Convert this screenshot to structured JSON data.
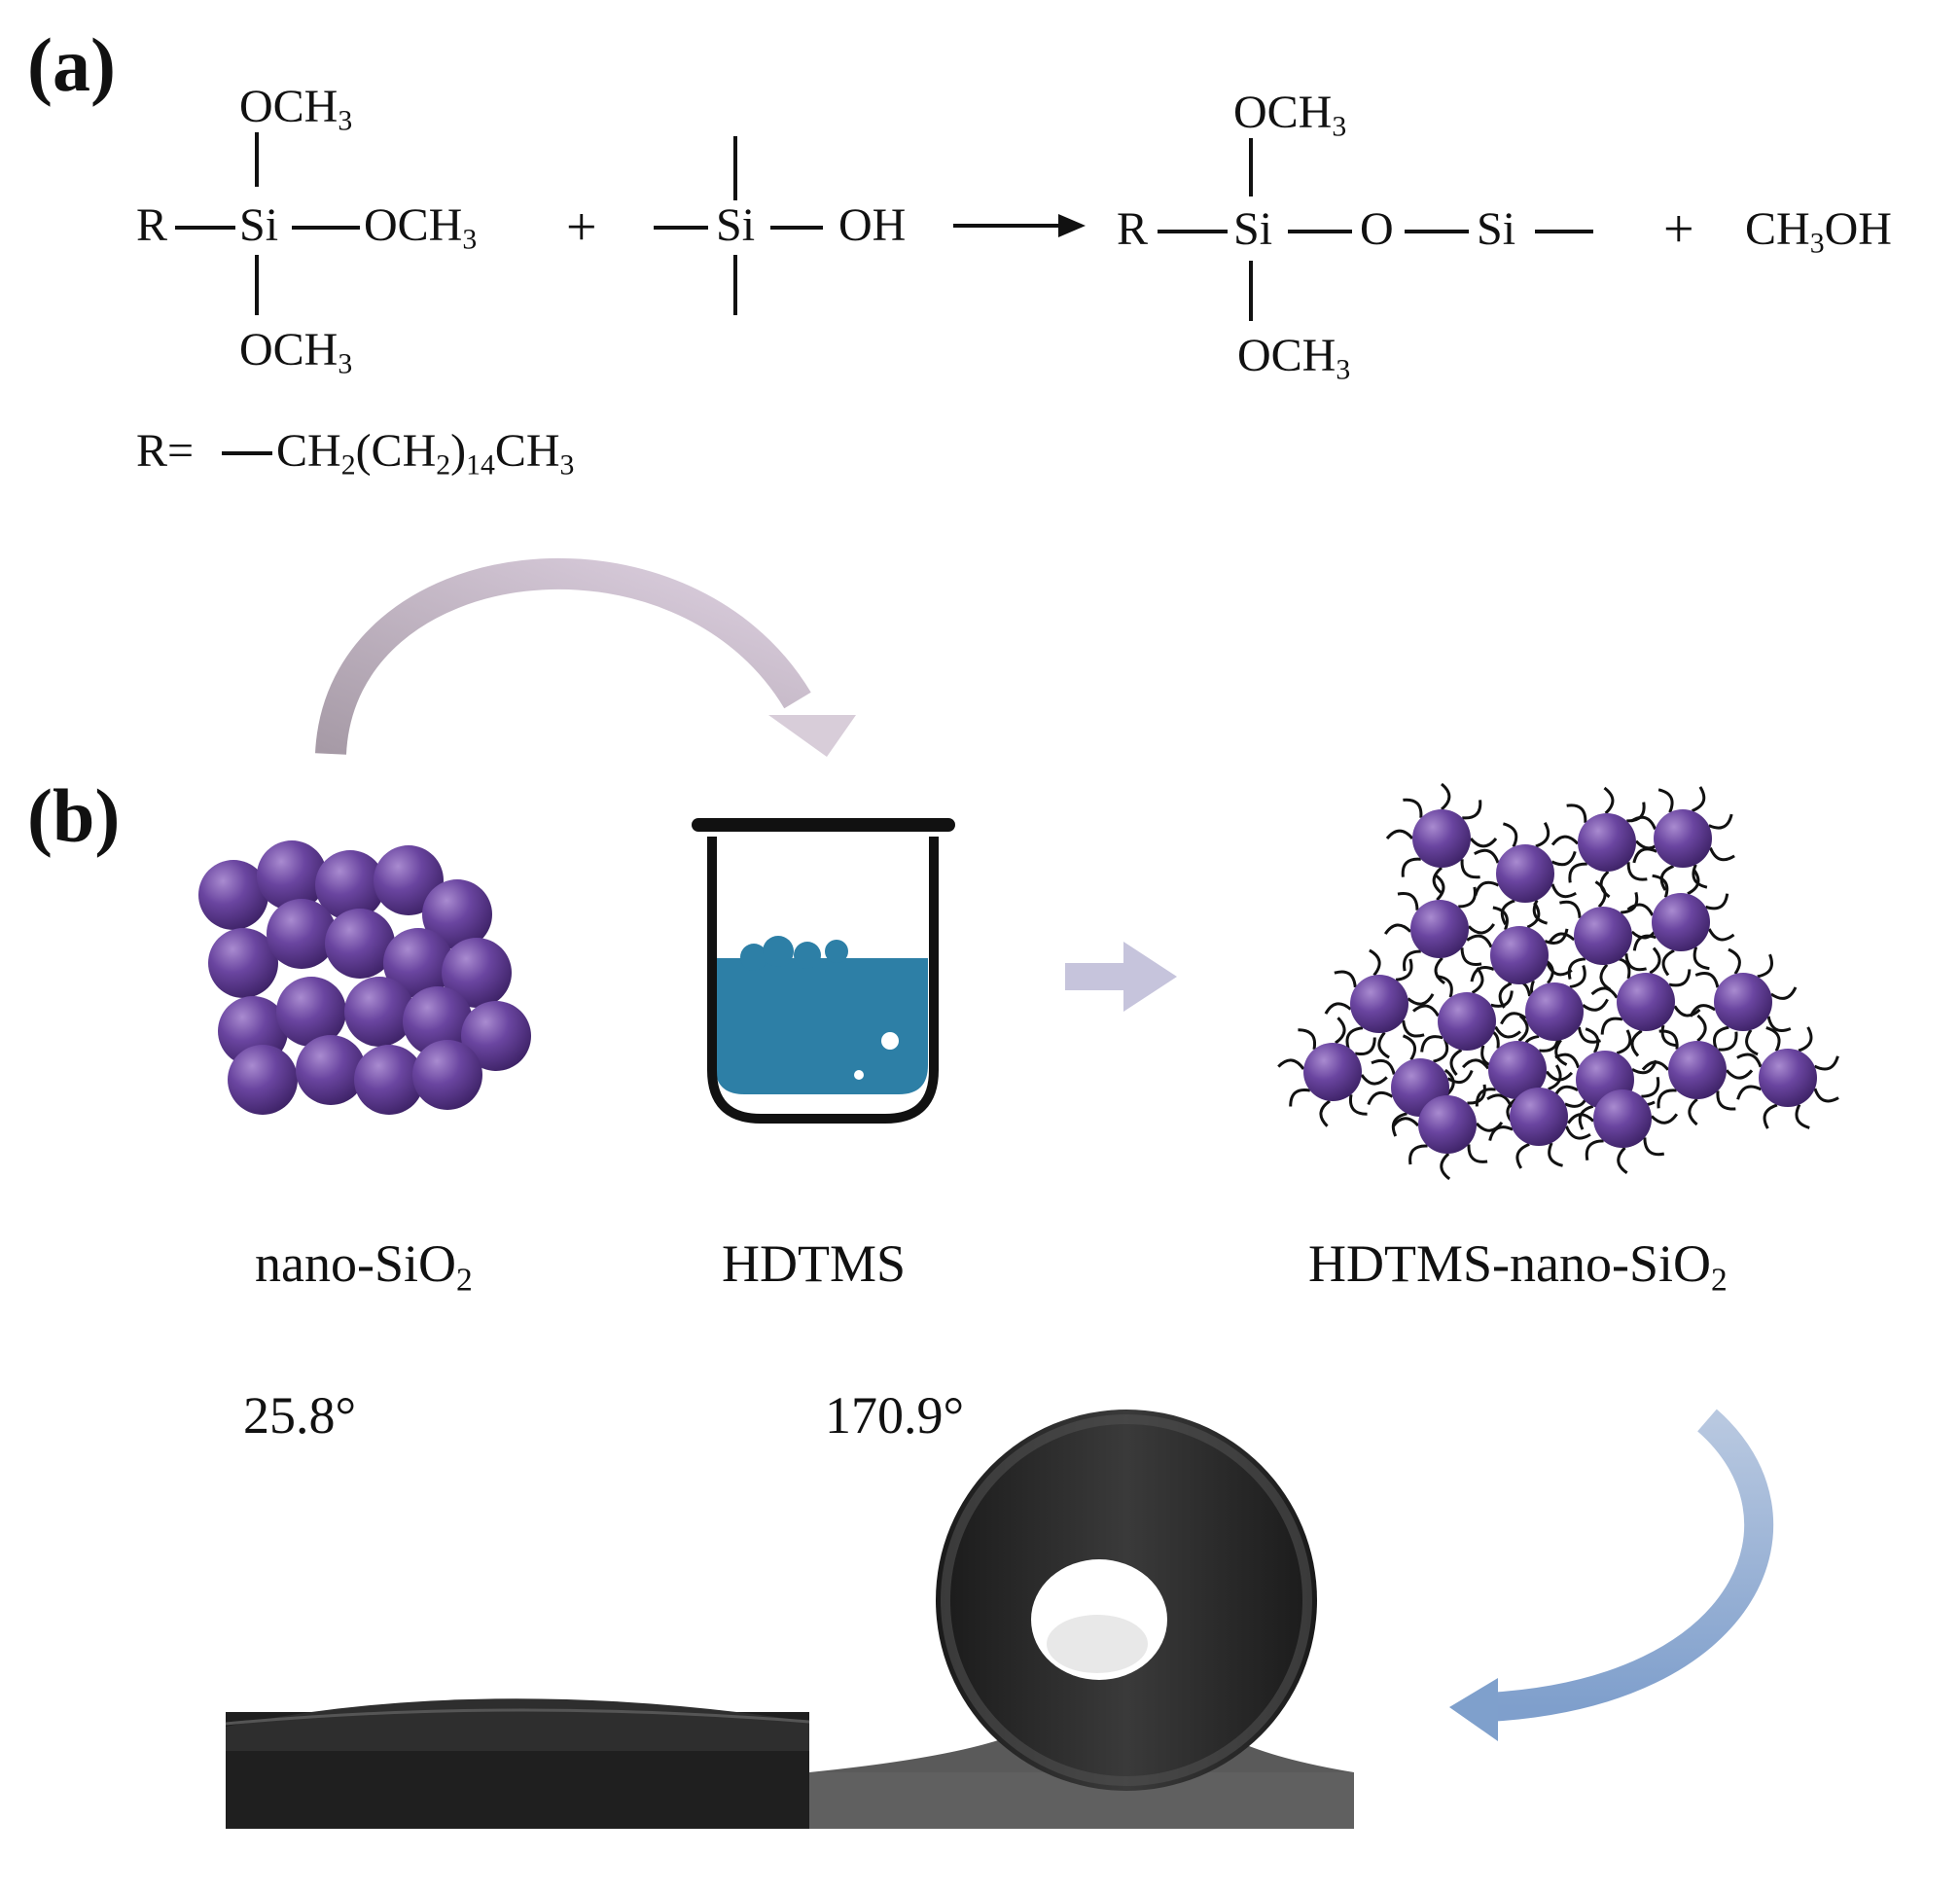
{
  "panel_a": {
    "label": "(a)",
    "reactant1": {
      "r": "R",
      "si": "Si",
      "top": "OCH",
      "right": "OCH",
      "bottom": "OCH",
      "sub3": "3"
    },
    "plus1": "+",
    "reactant2": {
      "si": "Si",
      "oh": "OH"
    },
    "product": {
      "r": "R",
      "si": "Si",
      "o": "O",
      "si2": "Si",
      "top": "OCH",
      "bottom": "OCH",
      "sub3": "3"
    },
    "plus2": "+",
    "byproduct": {
      "ch": "CH",
      "sub3": "3",
      "oh": "OH"
    },
    "r_definition": {
      "prefix": "R=",
      "ch2": "CH",
      "sub2": "2",
      "open": "(CH",
      "sub2b": "2",
      "close": ")",
      "sub14": "14",
      "ch3": "CH",
      "sub3": "3"
    }
  },
  "panel_b": {
    "label": "(b)",
    "captions": {
      "nano": "nano-SiO",
      "nano_sub": "2",
      "hdtms": "HDTMS",
      "product": "HDTMS-nano-SiO",
      "product_sub": "2"
    },
    "contact_angles": {
      "left": "25.8°",
      "right": "170.9°"
    }
  },
  "colors": {
    "particle": "#5e3a8c",
    "particle_highlight": "#9a7cc2",
    "liquid": "#2d7fa6",
    "arrow_top": "#a89aa8",
    "arrow_mid": "#c4c4dc",
    "arrow_right": "#8aa4c8"
  }
}
